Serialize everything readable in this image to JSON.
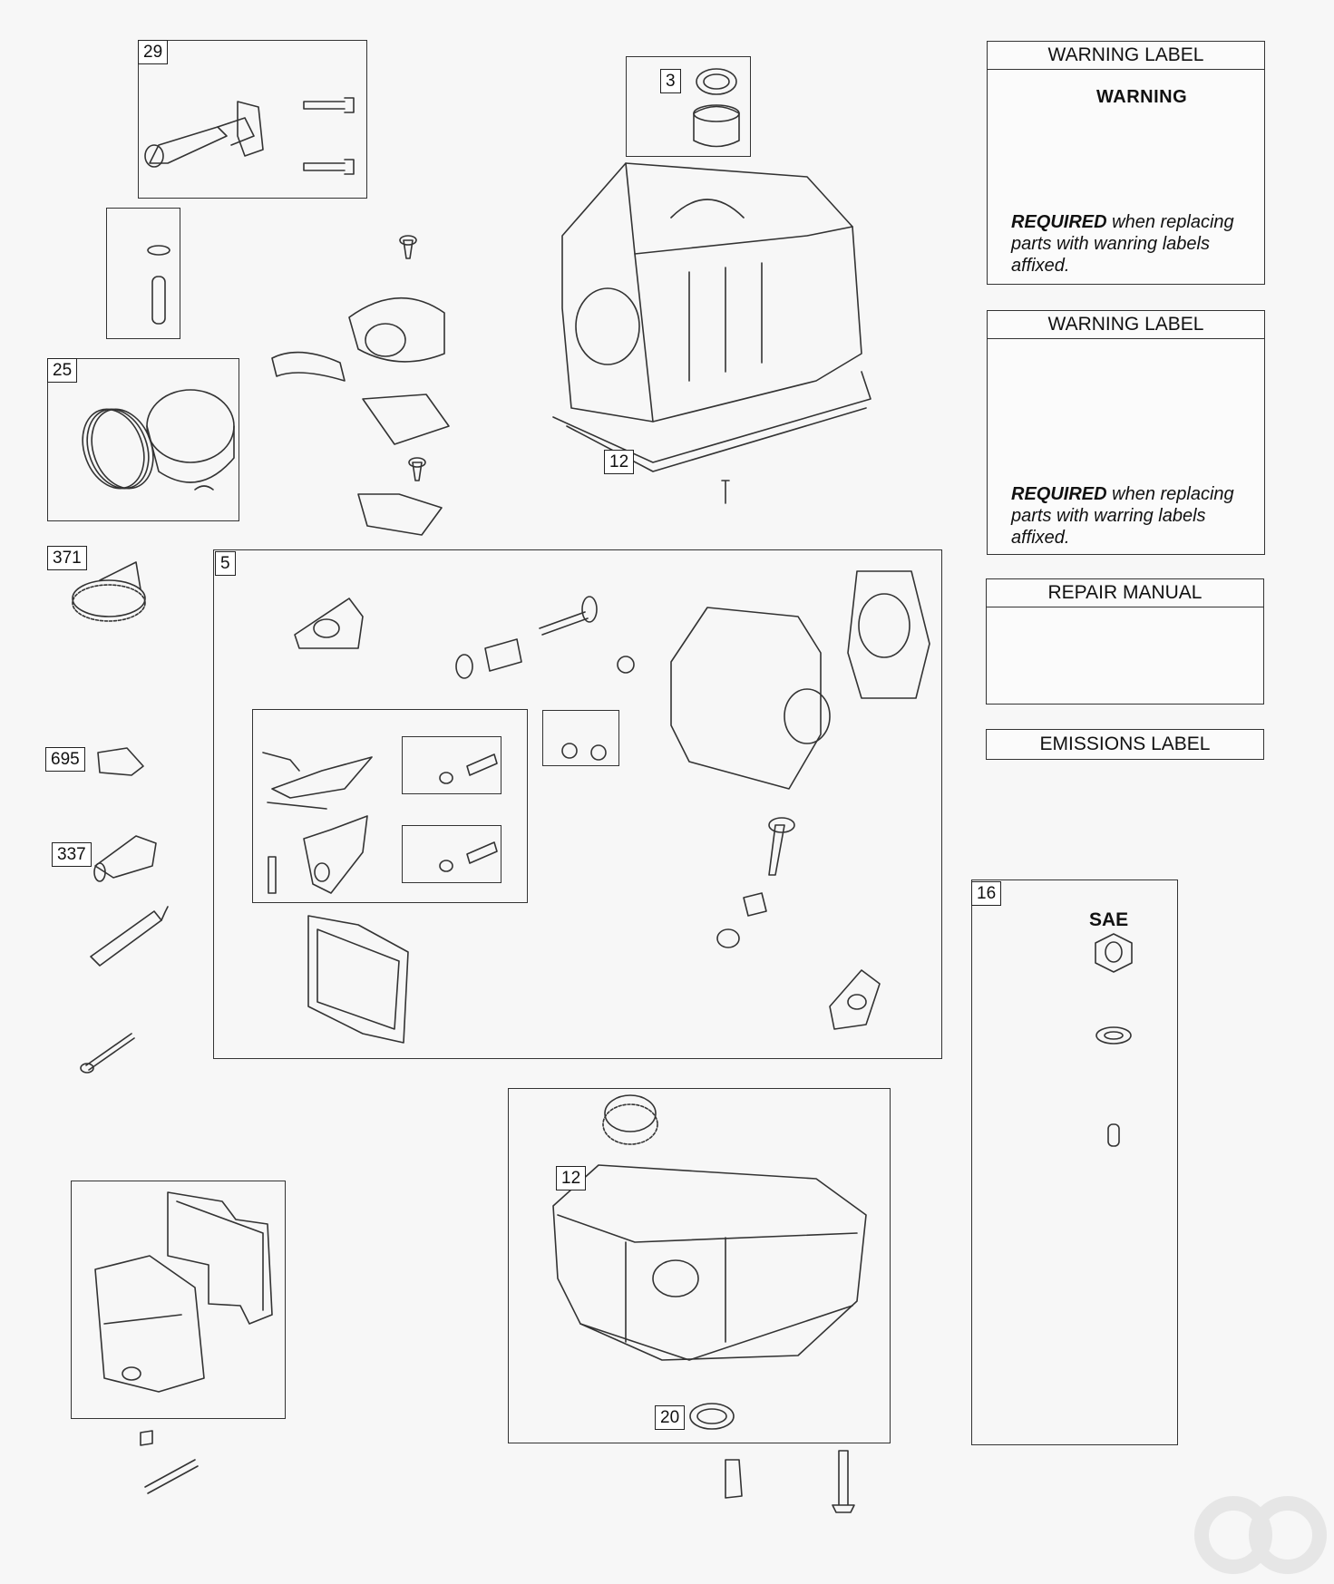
{
  "callouts": {
    "c29": "29",
    "c3": "3",
    "c25": "25",
    "c12_top": "12",
    "c371": "371",
    "c5": "5",
    "c695": "695",
    "c337": "337",
    "c16": "16",
    "c12_bottom": "12",
    "c20": "20"
  },
  "labels": {
    "warning_label_1": {
      "title": "WARNING LABEL",
      "sticker_title": "WARNING",
      "required_bold": "REQUIRED",
      "required_rest_1": " when replacing",
      "required_line_2": "parts with wanring labels",
      "required_line_3": "affixed."
    },
    "warning_label_2": {
      "title": "WARNING LABEL",
      "required_bold": "REQUIRED",
      "required_rest_1": " when replacing",
      "required_line_2": "parts with warring labels",
      "required_line_3": "affixed."
    },
    "repair_manual": {
      "title": "REPAIR MANUAL"
    },
    "emissions_label": {
      "title": "EMISSIONS LABEL"
    },
    "hardware": {
      "title": "SAE"
    }
  },
  "colors": {
    "line": "#333333",
    "background": "#f7f7f7",
    "sticker_black": "#111111"
  },
  "icons": [
    "book-icon",
    "hazard-triangle-icon",
    "watermark-logo"
  ]
}
